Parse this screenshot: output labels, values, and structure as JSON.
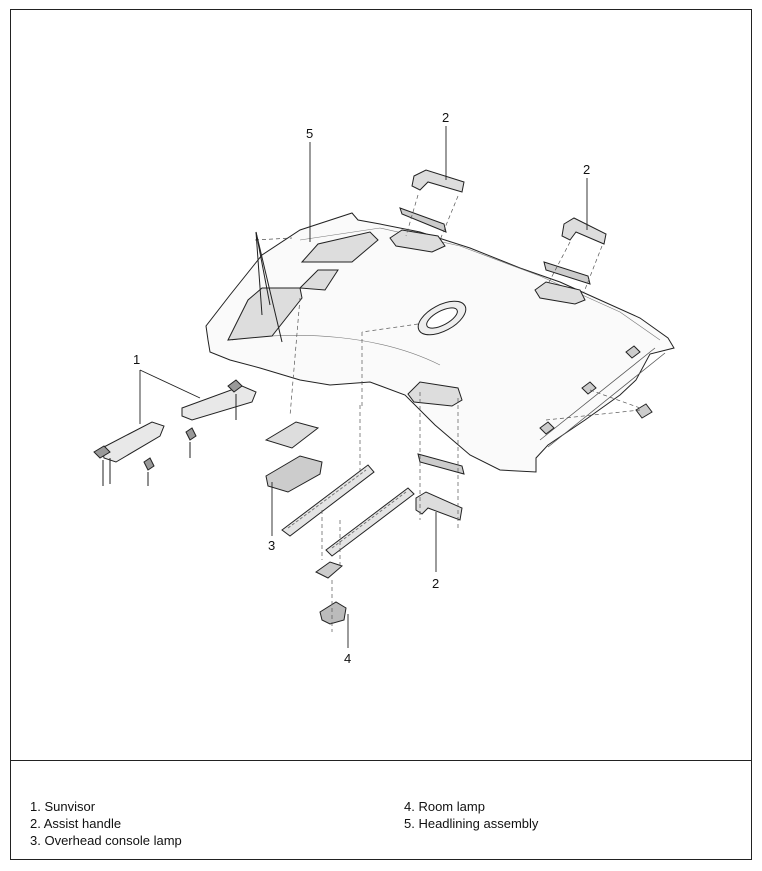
{
  "diagram": {
    "callouts": {
      "c1": "1",
      "c2a": "2",
      "c2b": "2",
      "c2c": "2",
      "c3": "3",
      "c4": "4",
      "c5": "5"
    }
  },
  "legend": {
    "items": [
      "1. Sunvisor",
      "2. Assist handle",
      "3. Overhead console lamp",
      "4. Room lamp",
      "5. Headlining assembly"
    ]
  }
}
